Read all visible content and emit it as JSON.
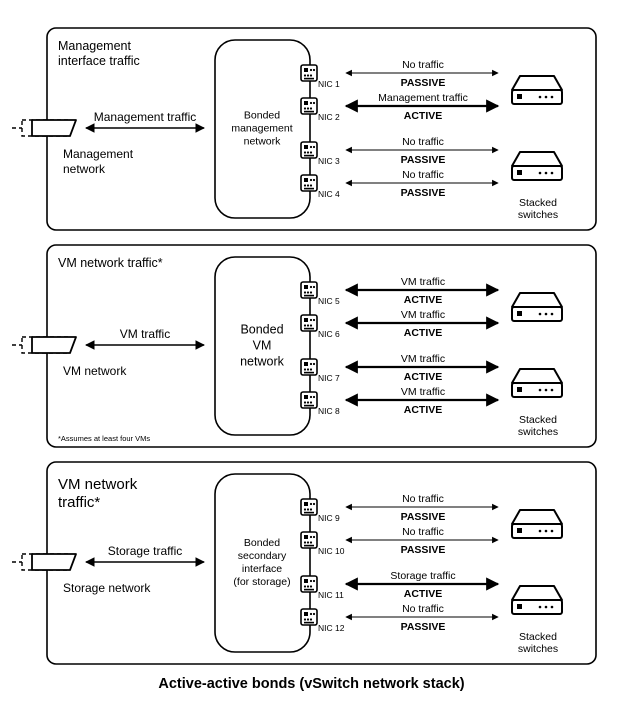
{
  "caption": "Active-active bonds (vSwitch network stack)",
  "panels": [
    {
      "title_lines": [
        "Management",
        "interface traffic"
      ],
      "title_size": "small",
      "network_label_lines": [
        "Management",
        "network"
      ],
      "external_link_label": "Management traffic",
      "bond_label_lines": [
        "Bonded",
        "management",
        "network"
      ],
      "bond_size": "small",
      "footnote": "",
      "switch_label_lines": [
        "Stacked",
        "switches"
      ],
      "nics": [
        {
          "name": "NIC 1",
          "traffic": "No traffic",
          "state": "PASSIVE"
        },
        {
          "name": "NIC 2",
          "traffic": "Management traffic",
          "state": "ACTIVE"
        },
        {
          "name": "NIC 3",
          "traffic": "No traffic",
          "state": "PASSIVE"
        },
        {
          "name": "NIC 4",
          "traffic": "No traffic",
          "state": "PASSIVE"
        }
      ]
    },
    {
      "title_lines": [
        "VM network traffic*"
      ],
      "title_size": "small",
      "network_label_lines": [
        "VM network"
      ],
      "external_link_label": "VM traffic",
      "bond_label_lines": [
        "Bonded",
        "VM",
        "network"
      ],
      "bond_size": "large",
      "footnote": "*Assumes at least four VMs",
      "switch_label_lines": [
        "Stacked",
        "switches"
      ],
      "nics": [
        {
          "name": "NIC 5",
          "traffic": "VM traffic",
          "state": "ACTIVE"
        },
        {
          "name": "NIC 6",
          "traffic": "VM traffic",
          "state": "ACTIVE"
        },
        {
          "name": "NIC 7",
          "traffic": "VM traffic",
          "state": "ACTIVE"
        },
        {
          "name": "NIC 8",
          "traffic": "VM traffic",
          "state": "ACTIVE"
        }
      ]
    },
    {
      "title_lines": [
        "VM network",
        "traffic*"
      ],
      "title_size": "large",
      "network_label_lines": [
        "Storage network"
      ],
      "external_link_label": "Storage traffic",
      "bond_label_lines": [
        "Bonded",
        "secondary",
        "interface",
        "(for storage)"
      ],
      "bond_size": "small",
      "footnote": "",
      "switch_label_lines": [
        "Stacked",
        "switches"
      ],
      "nics": [
        {
          "name": "NIC 9",
          "traffic": "No traffic",
          "state": "PASSIVE"
        },
        {
          "name": "NIC 10",
          "traffic": "No traffic",
          "state": "PASSIVE"
        },
        {
          "name": "NIC 11",
          "traffic": "Storage traffic",
          "state": "ACTIVE"
        },
        {
          "name": "NIC 12",
          "traffic": "No traffic",
          "state": "PASSIVE"
        }
      ]
    }
  ]
}
